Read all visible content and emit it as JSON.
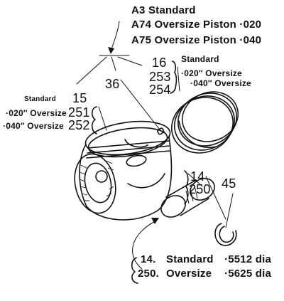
{
  "callouts": {
    "top": {
      "line1": "A3 Standard",
      "line2": "A74 Oversize Piston ·020",
      "line3": "A75 Oversize Piston ·040"
    },
    "rings": {
      "n1": "16",
      "n2": "253",
      "n3": "254",
      "d1": "Standard",
      "d2": "·020″ Oversize",
      "d3": "·040″ Oversize"
    },
    "pin_ref": "36",
    "piston_left": {
      "l1": "Standard",
      "n1": "15",
      "l2": "·020″ Oversize",
      "n2": "251",
      "l3": "·040″ Oversize",
      "n3": "252"
    },
    "gudgeon": {
      "n1": "14",
      "n2": "250"
    },
    "circlip": "45",
    "bottom": {
      "line1_num": "14.",
      "line1_label": "Standard",
      "line1_dia": "·5512 dia",
      "line2_num": "250.",
      "line2_label": "Oversize",
      "line2_dia": "·5625 dia"
    }
  }
}
